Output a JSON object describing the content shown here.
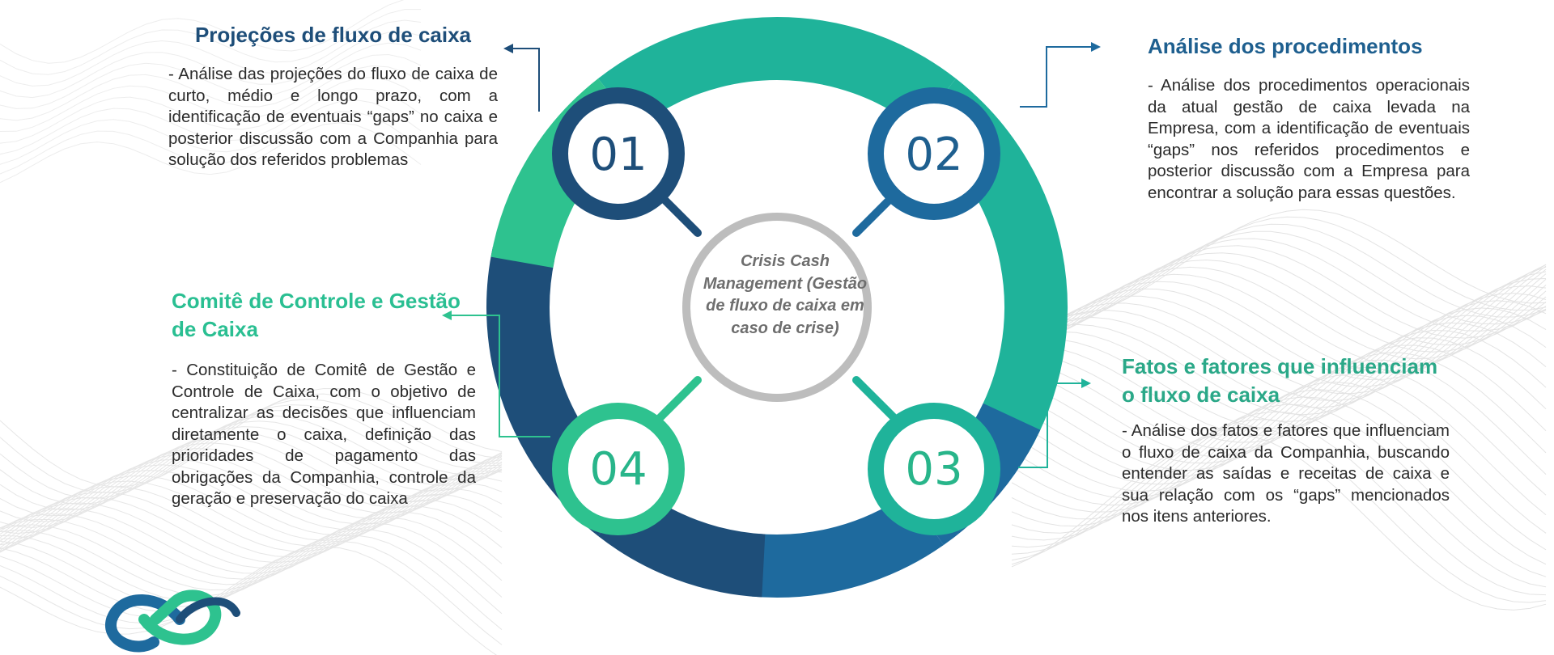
{
  "colors": {
    "navy": "#1e4e79",
    "blue": "#1e6a9e",
    "teal": "#1fb39a",
    "green": "#2ec28f",
    "center_ring": "#bdbdbd",
    "center_text": "#6e6e6e"
  },
  "center": {
    "text": "Crisis Cash Management (Gestão de fluxo de caixa em caso de crise)"
  },
  "nodes": [
    {
      "number": "01",
      "title": "Projeções de fluxo de caixa",
      "text": "- Análise das projeções do fluxo de caixa de curto, médio e longo prazo, com a identificação de eventuais “gaps” no caixa e posterior discussão com a Companhia para solução dos referidos problemas"
    },
    {
      "number": "02",
      "title": "Análise dos procedimentos",
      "text": "- Análise dos procedimentos operacionais da atual gestão de caixa levada na Empresa, com a identificação de eventuais “gaps” nos referidos procedimentos e posterior discussão com a Empresa para encontrar a solução para essas questões."
    },
    {
      "number": "03",
      "title": "Fatos e fatores que influenciam o fluxo de caixa",
      "text": "- Análise dos fatos e fatores que influenciam o fluxo de caixa da Companhia, buscando entender as saídas e receitas de caixa e sua relação com os “gaps” mencionados nos itens anteriores."
    },
    {
      "number": "04",
      "title": "Comitê de Controle e Gestão de Caixa",
      "text": "- Constituição de Comitê de Gestão e Controle de Caixa, com o objetivo de centralizar as decisões que influenciam diretamente o caixa, definição das prioridades de pagamento das obrigações da Companhia, controle da geração e preservação do caixa"
    }
  ],
  "logo": {
    "icon": "infinity-logo-icon"
  }
}
